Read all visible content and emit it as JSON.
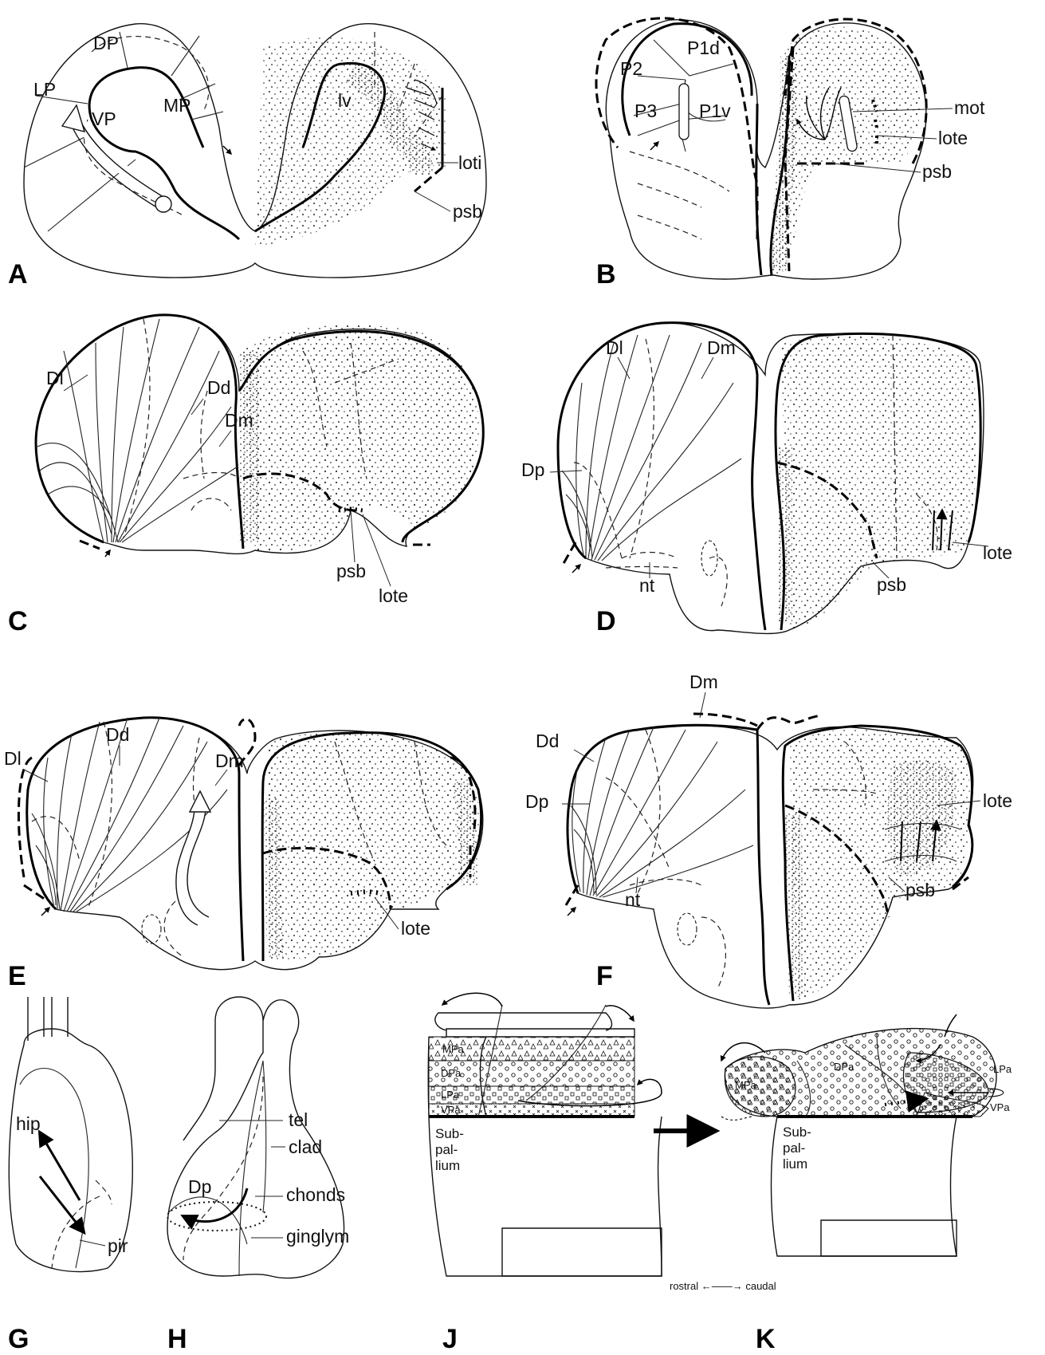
{
  "panels": {
    "A": {
      "letter": "A",
      "labels": {
        "dp": "DP",
        "lp": "LP",
        "vp": "VP",
        "mp": "MP",
        "lv": "lv",
        "loti": "loti",
        "psb": "psb"
      }
    },
    "B": {
      "letter": "B",
      "labels": {
        "p1d": "P1d",
        "p2": "P2",
        "p3": "P3",
        "p1v": "P1v",
        "mot": "mot",
        "lote": "lote",
        "psb": "psb"
      }
    },
    "C": {
      "letter": "C",
      "labels": {
        "dl": "Dl",
        "dd": "Dd",
        "dm": "Dm",
        "psb": "psb",
        "lote": "lote"
      }
    },
    "D": {
      "letter": "D",
      "labels": {
        "dl": "Dl",
        "dm": "Dm",
        "dp": "Dp",
        "nt": "nt",
        "psb": "psb",
        "lote": "lote"
      }
    },
    "E": {
      "letter": "E",
      "labels": {
        "dd": "Dd",
        "dl": "Dl",
        "dm": "Dm",
        "lote": "lote"
      }
    },
    "F": {
      "letter": "F",
      "labels": {
        "dm": "Dm",
        "dd": "Dd",
        "dp": "Dp",
        "nt": "nt",
        "lote": "lote",
        "psb": "psb"
      }
    },
    "G": {
      "letter": "G",
      "labels": {
        "hip": "hip",
        "pir": "pir"
      }
    },
    "H": {
      "letter": "H",
      "labels": {
        "tel": "tel",
        "clad": "clad",
        "dp": "Dp",
        "chonds": "chonds",
        "ginglym": "ginglym"
      }
    },
    "J": {
      "letter": "J",
      "labels": {
        "mpa": "MPa",
        "dpa": "DPa",
        "lpa": "LPa",
        "vpa": "VPa",
        "sub1": "Sub-",
        "sub2": "pal-",
        "sub3": "lium",
        "axis": "rostral ←——→ caudal"
      }
    },
    "K": {
      "letter": "K",
      "labels": {
        "mpa": "MPa",
        "dpa": "DPa",
        "lpa": "LPa",
        "vpa": "VPa",
        "sub1": "Sub-",
        "sub2": "pal-",
        "sub3": "lium"
      }
    }
  }
}
